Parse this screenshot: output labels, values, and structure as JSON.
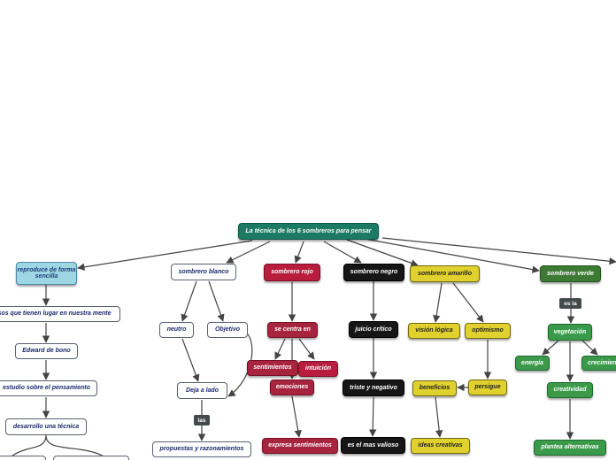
{
  "diagram": {
    "root": "La técnica de los 6 sombreros para pensar",
    "white_branch": {
      "hat": "sombrero blanco",
      "neutro": "neutro",
      "objetivo": "Objetivo",
      "deja": "Deja a lado",
      "link_label": "las",
      "propuestas": "propuestas y razonamientos"
    },
    "left_branch": {
      "reproduce": "reproduce de forma sencilla",
      "procesos": "procesos que tienen lugar en nuestra mente",
      "edward": "Edward de bono",
      "estudio": "estudio sobre el pensamiento",
      "desarrollo": "desarrollo una técnica"
    },
    "red_branch": {
      "hat": "sombrero rojo",
      "centra": "se centra en",
      "sentimientos": "sentimientos",
      "intuicion": "intuición",
      "emociones": "emociones",
      "expresa": "expresa sentimientos"
    },
    "black_branch": {
      "hat": "sombrero negro",
      "juicio": "juicio crítico",
      "triste": "triste y negativo",
      "valioso": "es el mas valioso"
    },
    "yellow_branch": {
      "hat": "sombrero amarillo",
      "vision": "visión lógica",
      "optimismo": "optimismo",
      "persigue": "persigue",
      "beneficios": "beneficios",
      "ideas": "ideas creativas"
    },
    "green_branch": {
      "hat": "sombrero verde",
      "link_label": "es la",
      "vegetacion": "vegetación",
      "energia": "energía",
      "crecimiento": "crecimiento",
      "creatividad": "creatividad",
      "plantea": "plantea alternativas"
    }
  },
  "colors": {
    "root": "#1c7a64",
    "red": "#b81d3d",
    "black": "#161616",
    "yellow": "#e1d12e",
    "green": "#3d7a34",
    "blue": "#9fd6e4",
    "connector": "#444444"
  }
}
